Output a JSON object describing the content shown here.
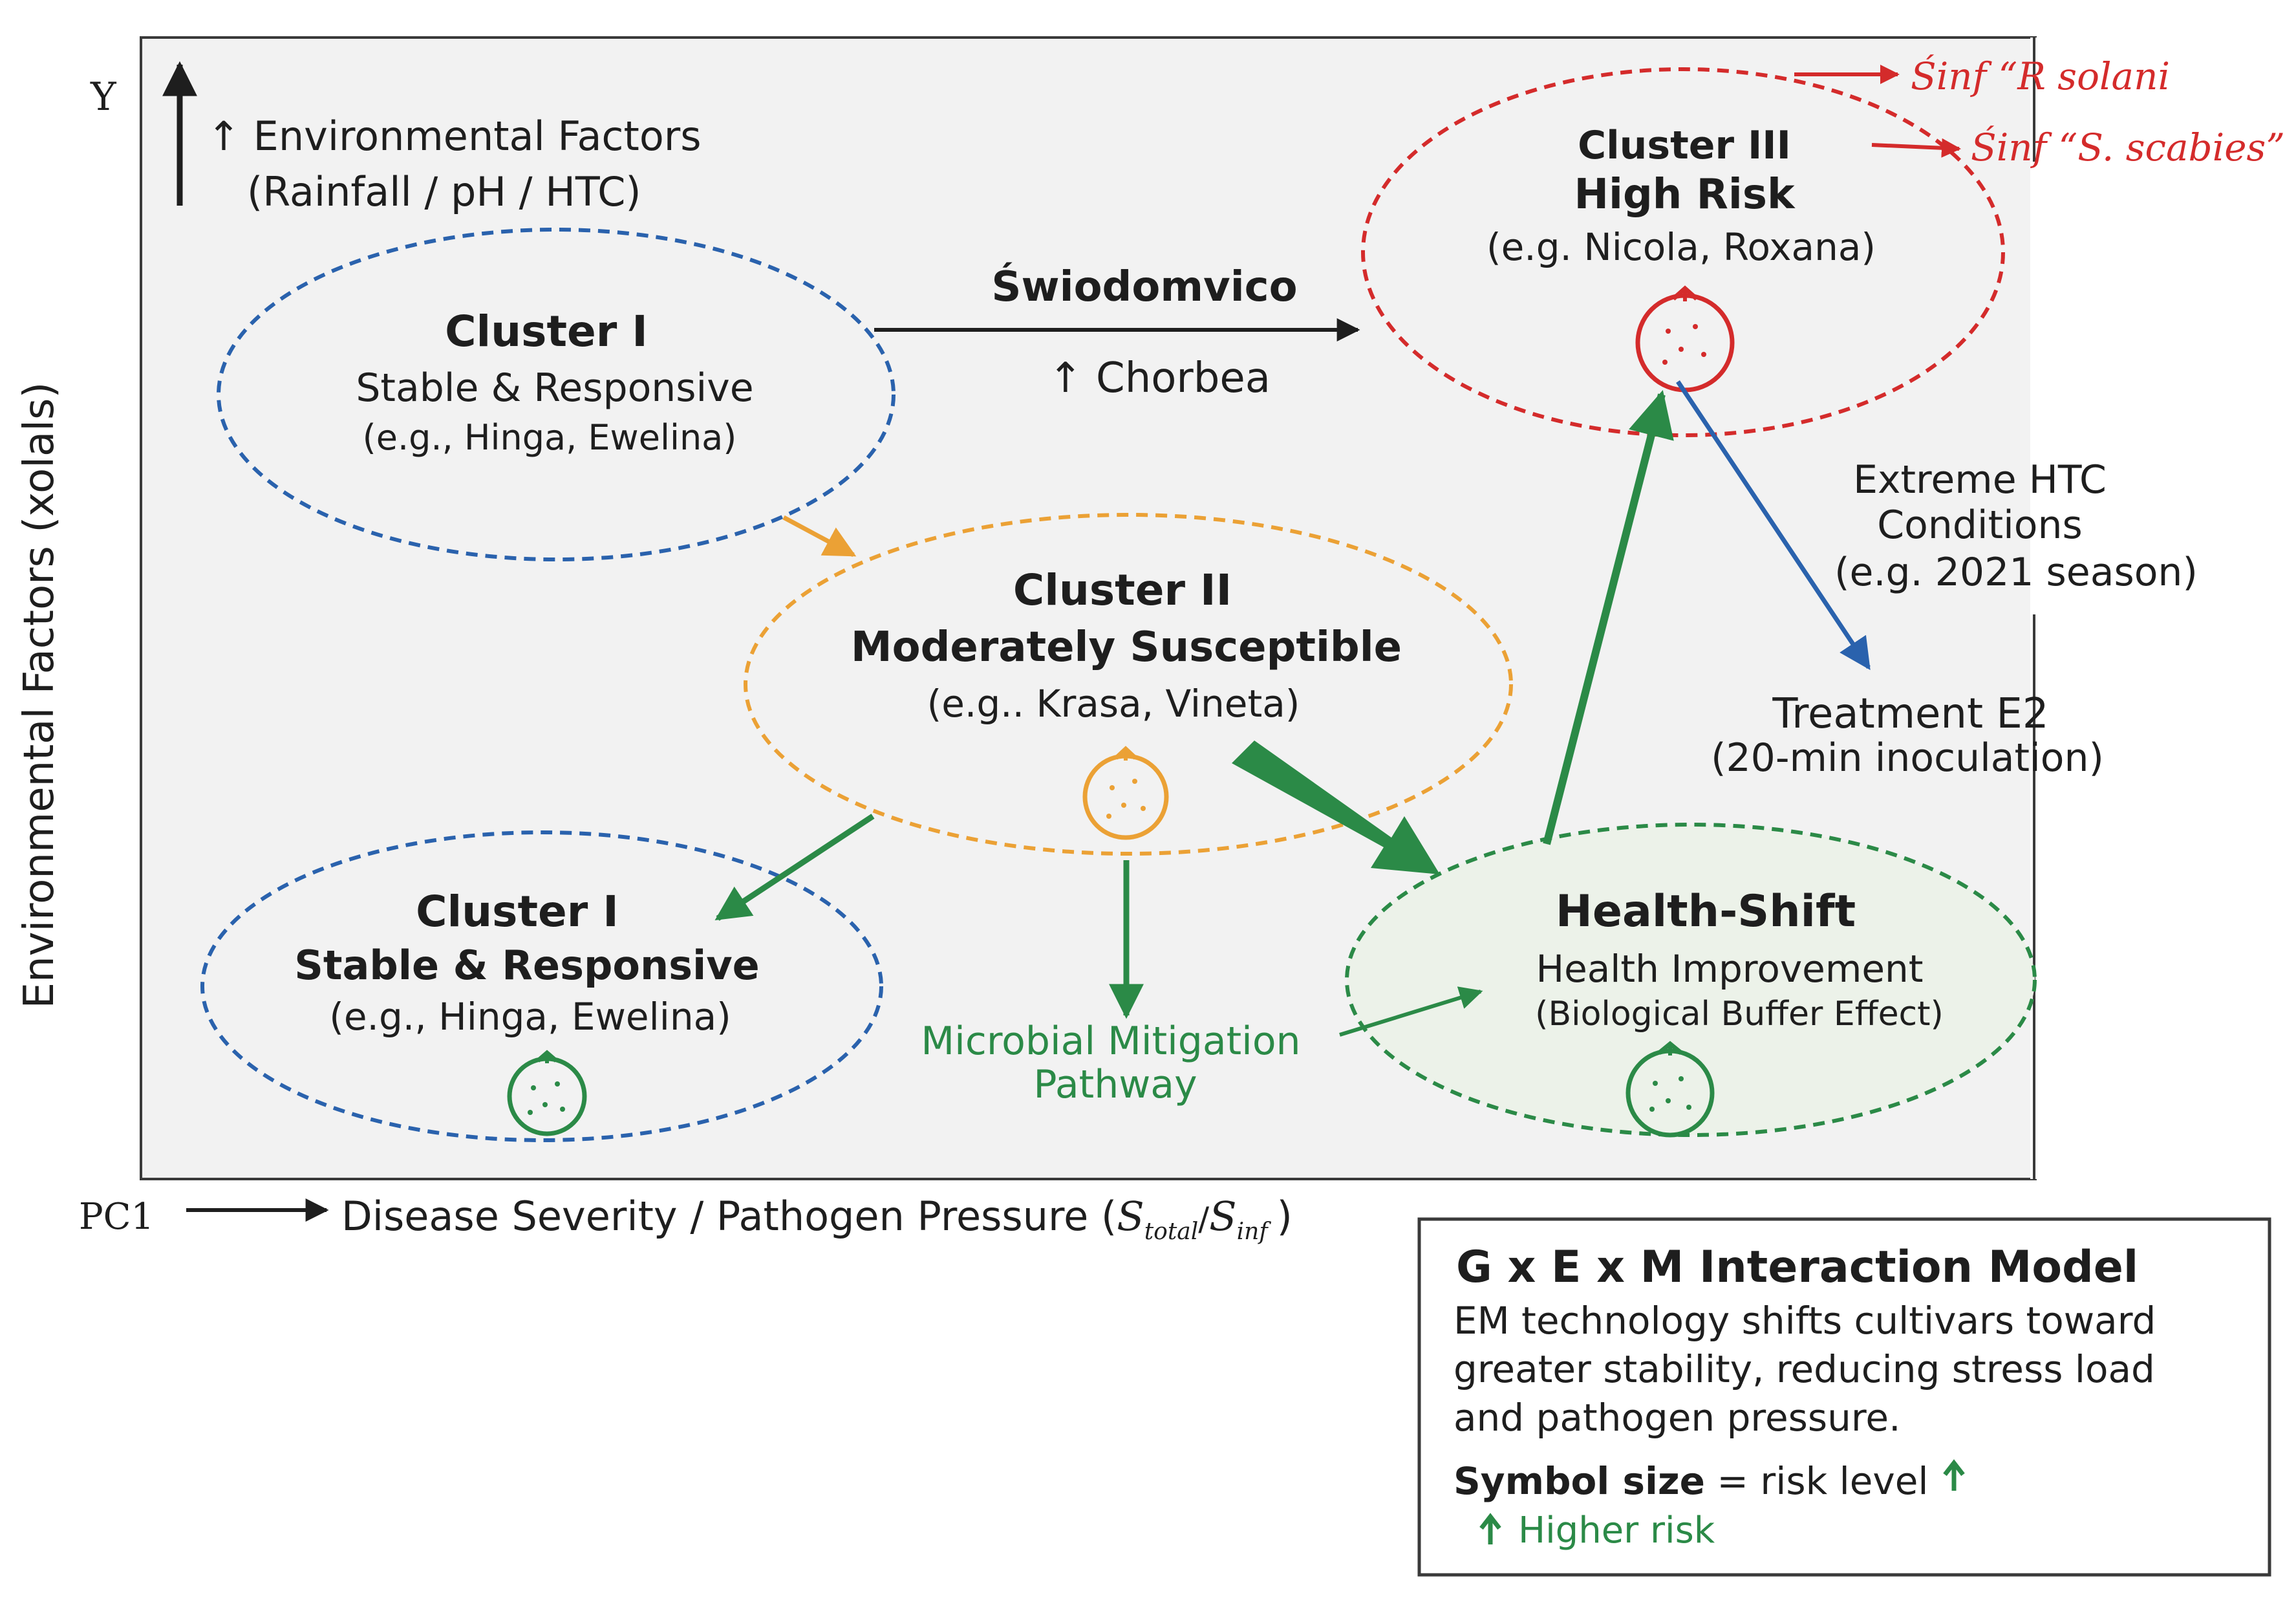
{
  "axes": {
    "y_letter": "Y",
    "y_label": "Environmental Factors (xolals)",
    "env_factors_line1": "↑ Environmental Factors",
    "env_factors_line2": "(Rainfall / pH / HTC)",
    "x_prefix": "PC1",
    "x_label": "Disease Severity / Pathogen Pressure (",
    "x_sub1": "S",
    "x_sub1_idx": "total",
    "x_slash": "/",
    "x_sub2": "S",
    "x_sub2_idx": "inf",
    "x_close": ")"
  },
  "clusters": {
    "cluster1_top": {
      "title": "Cluster I",
      "subtitle": "Stable & Responsive",
      "examples": "(e.g., Hinga, Ewelina)"
    },
    "cluster2": {
      "title": "Cluster II",
      "subtitle": "Moderately Susceptible",
      "examples": "(e.g.. Krasa, Vineta)"
    },
    "cluster1_bottom": {
      "title": "Cluster I",
      "subtitle": "Stable & Responsive",
      "examples": "(e.g., Hinga, Ewelina)"
    },
    "cluster3": {
      "title": "Cluster III",
      "subtitle": "High Risk",
      "examples": "(e.g. Nicola, Roxana)"
    },
    "health_shift": {
      "title": "Health-Shift",
      "subtitle": "Health Improvement",
      "examples": "(Biological Buffer Effect)"
    }
  },
  "labels": {
    "swiodomvico": "Świodomvico",
    "chorbea": "↑ Chorbea",
    "pathogen1": "Śinf “R solani",
    "pathogen2": "Śinf “S. scabies”",
    "extreme_line1": "Extreme HTC",
    "extreme_line2": "Conditions",
    "extreme_line3": "(e.g. 2021 season)",
    "treatment_line1": "Treatment E2",
    "treatment_line2": "(20-min inoculation)",
    "microbial_line1": "Microbial Mitigation",
    "microbial_line2": "Pathway"
  },
  "legend": {
    "title": "G x E x M Interaction Model",
    "line1": "EM technology shifts cultivars toward",
    "line2": "greater stability, reducing stress load",
    "line3": "and pathogen pressure.",
    "symbol_bold": "Symbol size",
    "symbol_rest": " = risk level",
    "higher_risk": "Higher risk"
  },
  "colors": {
    "blue": "#2a62ad",
    "orange": "#eba135",
    "red": "#d42b2b",
    "green": "#2b8a47",
    "text": "#1e1e1e",
    "panel": "#f2f2f2"
  }
}
